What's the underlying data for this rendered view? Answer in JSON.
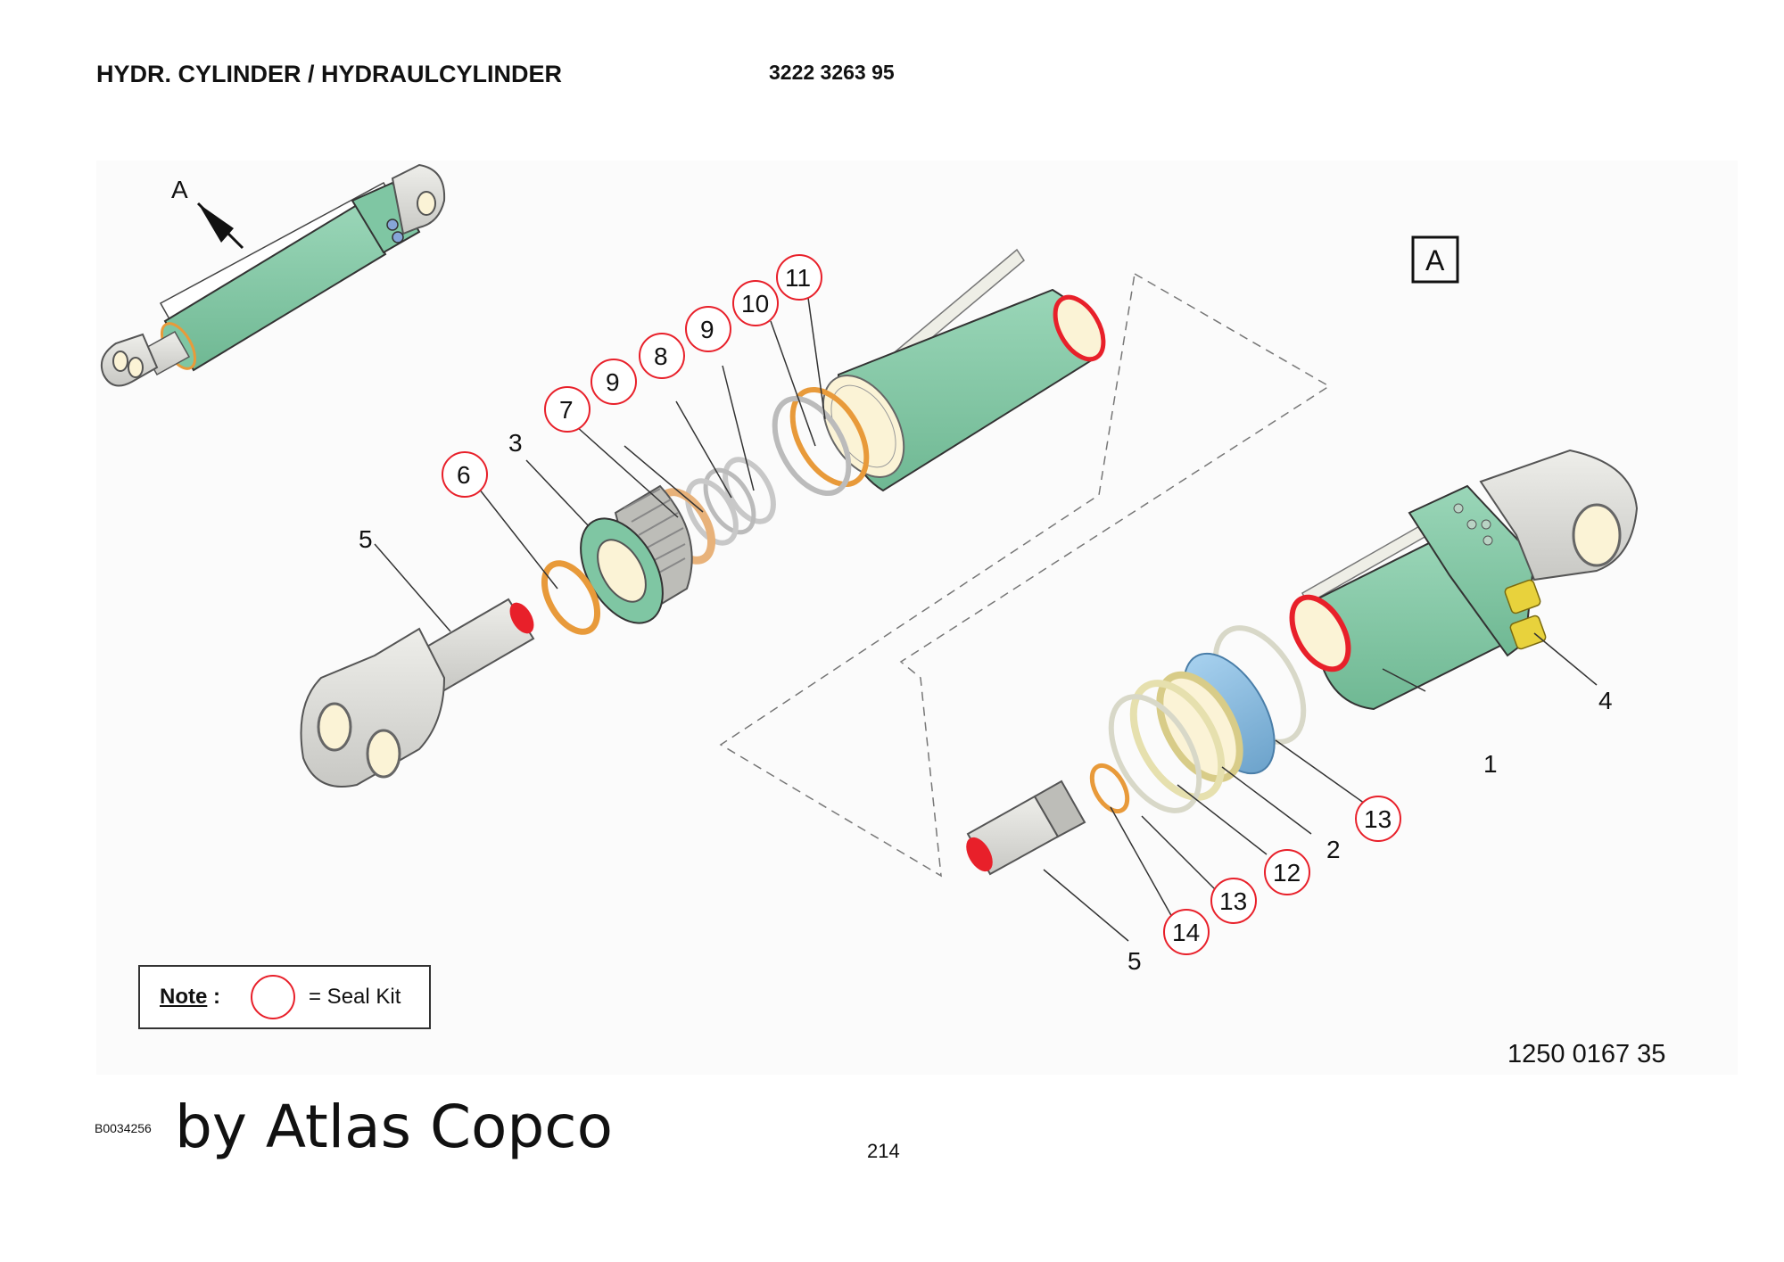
{
  "header": {
    "title": "HYDR. CYLINDER / HYDRAULCYLINDER",
    "part_number": "3222 3263 95"
  },
  "views": {
    "overview_label": "A",
    "detail_label": "A"
  },
  "callouts": {
    "c6": "6",
    "c7": "7",
    "c9a": "9",
    "c8": "8",
    "c9b": "9",
    "c10": "10",
    "c11": "11",
    "c13a": "13",
    "c12": "12",
    "c13b": "13",
    "c14": "14",
    "c5a": "5",
    "c3": "3",
    "c1": "1",
    "c4": "4",
    "c2": "2",
    "c5b": "5"
  },
  "note": {
    "label": "Note",
    "colon": ":",
    "text": "= Seal Kit"
  },
  "figure_number": "1250 0167 35",
  "image_code": "B0034256",
  "by_line": "by Atlas Copco",
  "page_number": "214",
  "colors": {
    "cylinder_green": "#7fc6a3",
    "seal_red": "#e8202a",
    "seal_orange": "#e89a3a",
    "piston_blue": "#86b8dc",
    "metal_grey": "#d8d8d4",
    "fitting_yellow": "#e8d23c"
  }
}
